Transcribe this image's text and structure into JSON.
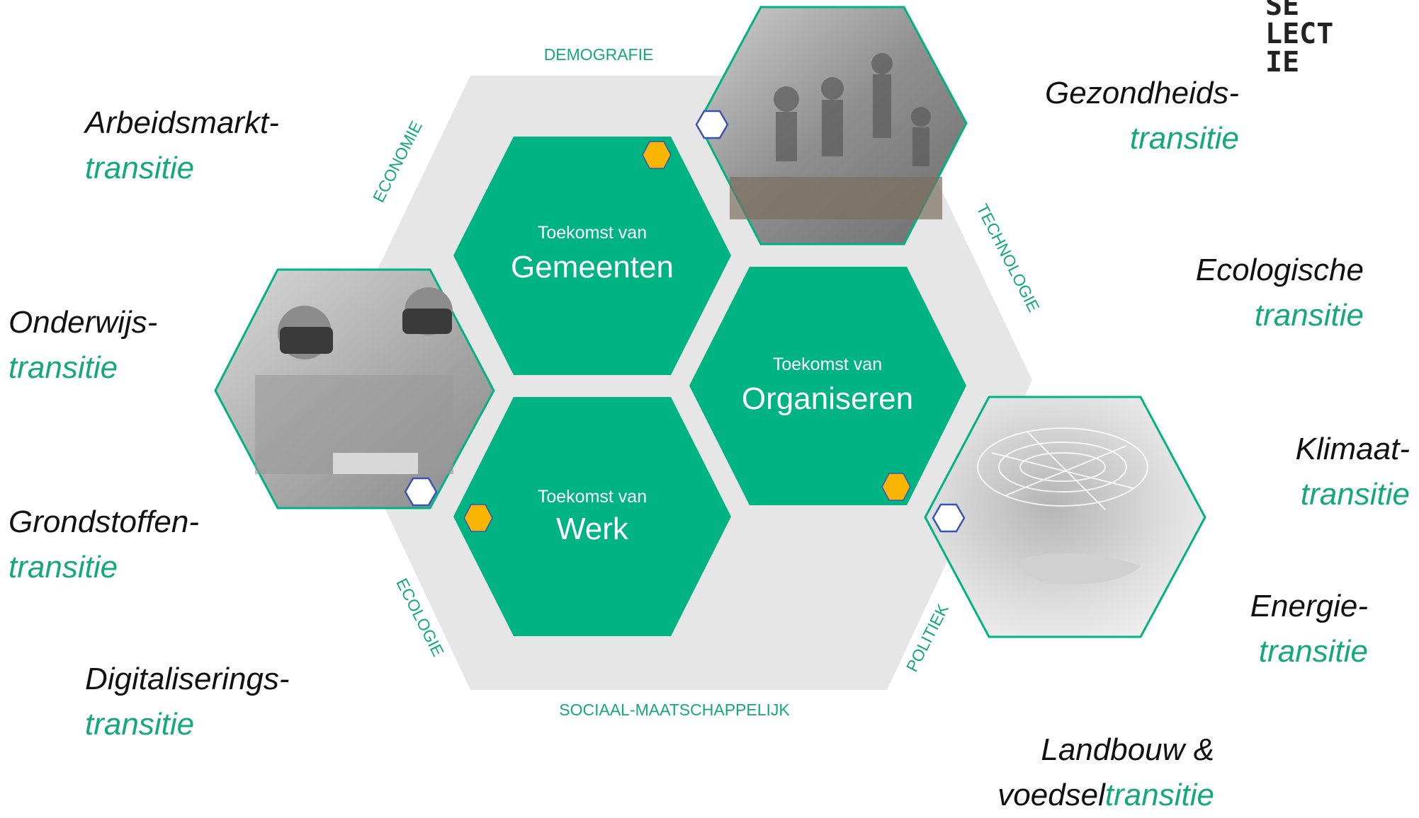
{
  "logo": {
    "lines": [
      "SE",
      "LECT",
      "IE"
    ]
  },
  "colors": {
    "green": "#00b383",
    "grey": "#e6e6e6",
    "accent_text": "#14a97b",
    "orange": "#f7b500",
    "outline_blue": "#3a53b8"
  },
  "hex_labels": {
    "gemeenten": {
      "small": "Toekomst van",
      "big": "Gemeenten"
    },
    "organiseren": {
      "small": "Toekomst van",
      "big": "Organiseren"
    },
    "werk": {
      "small": "Toekomst van",
      "big": "Werk"
    }
  },
  "photos": {
    "garden": {
      "icon": "children-gardening-photo"
    },
    "vr": {
      "icon": "vr-headset-photo"
    },
    "network": {
      "icon": "hand-network-photo"
    }
  },
  "edges": {
    "demografie": "DEMOGRAFIE",
    "economie": "ECONOMIE",
    "technologie": "TECHNOLOGIE",
    "ecologie": "ECOLOGIE",
    "politiek": "POLITIEK",
    "sociaal": "SOCIAAL-MAATSCHAPPELIJK"
  },
  "transitions": [
    {
      "line1": "Arbeidsmarkt-",
      "line2": "transitie"
    },
    {
      "line1": "Onderwijs-",
      "line2": "transitie"
    },
    {
      "line1": "Grondstoffen-",
      "line2": "transitie"
    },
    {
      "line1": "Digitaliserings-",
      "line2": "transitie"
    },
    {
      "line1": "Gezondheids-",
      "line2": "transitie"
    },
    {
      "line1": "Ecologische",
      "line2": "transitie"
    },
    {
      "line1": "Klimaat-",
      "line2": "transitie"
    },
    {
      "line1": "Energie-",
      "line2": "transitie"
    },
    {
      "line1": "Landbouw &",
      "line2a": "voedsel",
      "line2b": "transitie"
    }
  ]
}
